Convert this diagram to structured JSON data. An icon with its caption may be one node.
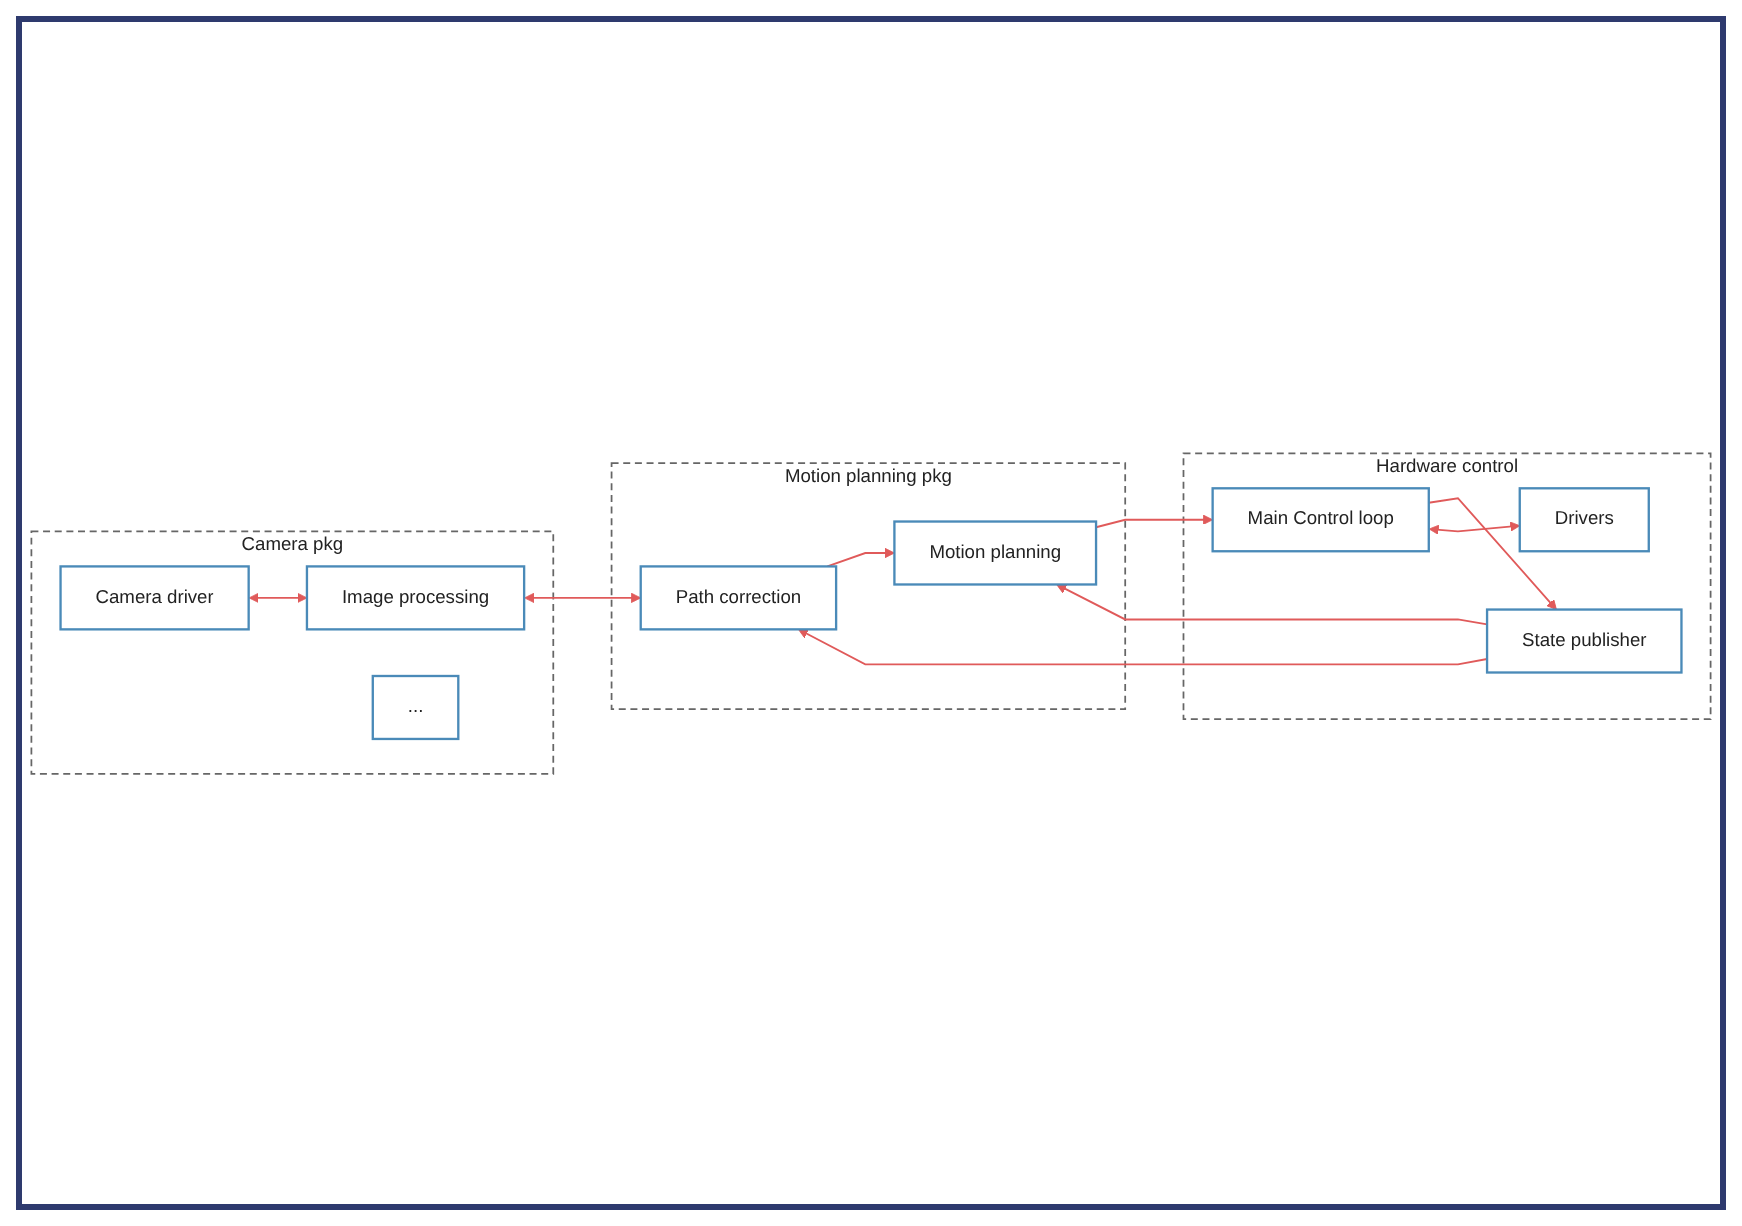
{
  "diagram": {
    "nodes": [
      {
        "text": [
          "Camera pkg"
        ]
      },
      {
        "text": [
          "Camera driver"
        ],
        "in": 0
      },
      {
        "text": [
          "Motion planning pkg"
        ]
      },
      {
        "text": [
          "Motion planning"
        ],
        "in": 2
      },
      {
        "text": [
          "Path correction"
        ],
        "in": 2
      },
      {
        "text": [
          "Image processing"
        ],
        "in": 0
      },
      {
        "text": [
          "..."
        ],
        "in": 0
      },
      {
        "text": [
          "Hardware control"
        ]
      },
      {
        "text": [
          "State publisher"
        ],
        "in": 7
      },
      {
        "text": [
          "Main Control loop"
        ],
        "in": 7
      },
      {
        "text": [
          "Drivers"
        ],
        "in": 7
      }
    ],
    "edges": [
      {
        "from": 1,
        "to": 5,
        "arrow": "both"
      },
      {
        "from": 4,
        "to": 3,
        "arrow": "to"
      },
      {
        "from": 5,
        "to": 4,
        "arrow": "both"
      },
      {
        "from": 8,
        "to": 4,
        "arrow": "to"
      },
      {
        "from": 8,
        "to": 3,
        "arrow": "to"
      },
      {
        "from": 3,
        "to": 9,
        "arrow": "to"
      },
      {
        "from": 9,
        "to": 8,
        "arrow": "to"
      },
      {
        "from": 9,
        "to": 10,
        "arrow": "both"
      }
    ]
  }
}
